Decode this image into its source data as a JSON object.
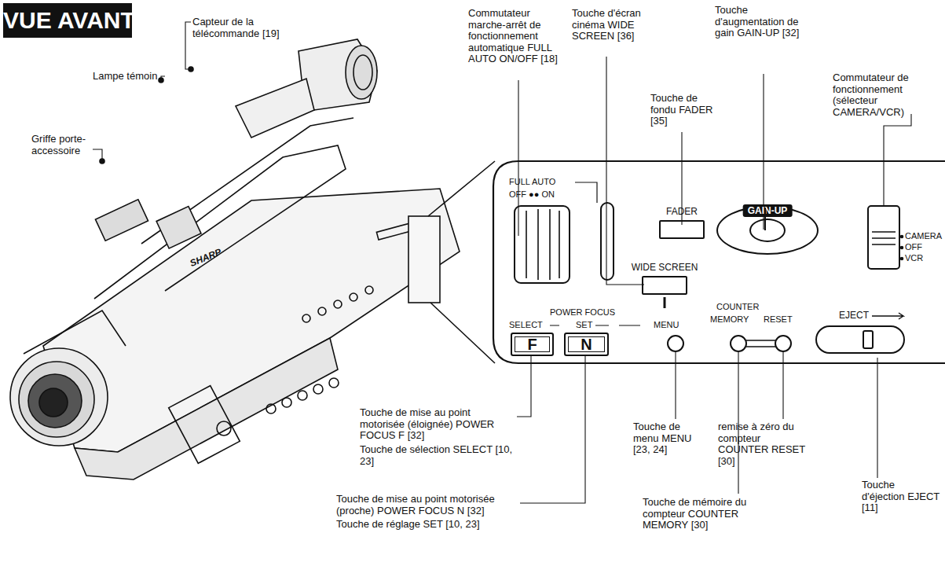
{
  "diagram": {
    "title": "VUE AVANT",
    "nodes": [
      {
        "text": [
          "FADER"
        ]
      },
      {
        "text": [
          "WIDE SCREEN"
        ]
      },
      {
        "text": [
          "GAIN-UP"
        ]
      },
      {
        "text": [
          "F"
        ]
      },
      {
        "text": [
          "N"
        ]
      },
      {
        "text": [
          "EJECT"
        ]
      }
    ],
    "labels": [
      "Capteur de la télécommande [19]",
      "Lampe témoin",
      "Griffe porte-accessoire",
      "Commutateur marche-arrêt de fonctionnement automatique FULL AUTO ON/OFF [18]",
      "Touche d'écran cinéma WIDE SCREEN [36]",
      "Touche de fondu FADER [35]",
      "Touche d'augmentation de gain GAIN-UP [32]",
      "Commutateur de fonctionnement (sélecteur CAMERA/VCR)",
      "FULL AUTO",
      "OFF ●● ON",
      "POWER FOCUS",
      "SELECT",
      "SET",
      "MENU",
      "COUNTER",
      "MEMORY",
      "RESET",
      "CAMERA",
      "OFF",
      "VCR",
      "SHARP",
      "Touche de mise au point motorisée (éloignée) POWER FOCUS F [32]",
      "Touche de sélection SELECT [10, 23]",
      "Touche de menu MENU [23, 24]",
      "remise à zéro du compteur COUNTER RESET [30]",
      "Touche de mise au point motorisée (proche) POWER FOCUS N [32]",
      "Touche de réglage SET [10, 23]",
      "Touche de mémoire du compteur COUNTER MEMORY [30]",
      "Touche d'éjection EJECT [11]"
    ]
  }
}
